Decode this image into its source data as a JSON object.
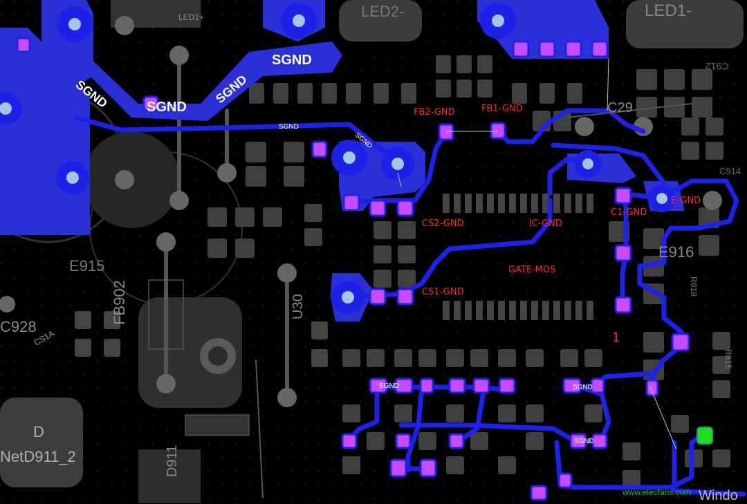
{
  "view": {
    "background": "#000000",
    "colors": {
      "copper_top": "#1e22e6",
      "copper_pour": "#2b2fd8",
      "pad_highlight": "#c84cff",
      "component_gray": "#3d3d3d",
      "silkscreen": "#8a8a8a",
      "annotation": "#ff2a2a",
      "selected_pad": "#22dd22",
      "ratsnest": "#9fd0d0"
    }
  },
  "annotations": {
    "fb2_gnd": "FB2-GND",
    "fb1_gnd": "FB1-GND",
    "cs2_gnd": "CS2-GND",
    "ic_gnd": "IC-GND",
    "c1_gnd": "C1-GND",
    "e_gnd": "E-GND",
    "gate_mos": "GATE-MOS",
    "cs1_gnd": "CS1-GND",
    "pin1": "1"
  },
  "net_labels": {
    "sgnd_1": "SGND",
    "sgnd_2": "SGND",
    "sgnd_3": "SGND",
    "sgnd_4": "SGND",
    "sgnd_5": "SGND",
    "sgnd_6": "SGND",
    "sgnd_7": "SGND",
    "sgnd_8": "SGND",
    "sgnd_9": "SGND"
  },
  "silkscreen": {
    "led1_plus": "LED1+",
    "led2_minus": "LED2-",
    "led1_minus": "LED1-",
    "e915": "E915",
    "fb902": "FB902",
    "u30": "U30",
    "d911": "D911",
    "c928": "C928",
    "cs1a": "CS1A",
    "e916": "E916",
    "c29": "C29",
    "c914": "C914",
    "r815": "R815",
    "r818": "R818",
    "c912": "C912",
    "component_letter": "D",
    "component_name": "NetD911_2"
  },
  "watermark": {
    "site": "www.elecfans.com",
    "os": "Windo"
  }
}
